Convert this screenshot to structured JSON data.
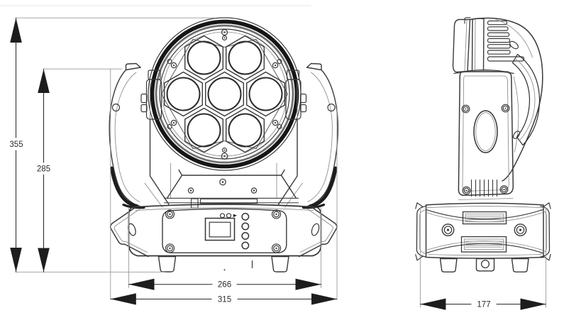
{
  "dimensions": {
    "overall_height": {
      "value": "355",
      "orientation": "vertical"
    },
    "yoke_height": {
      "value": "285",
      "orientation": "vertical"
    },
    "base_width": {
      "value": "266",
      "orientation": "horizontal"
    },
    "overall_width": {
      "value": "315",
      "orientation": "horizontal"
    },
    "depth": {
      "value": "177",
      "orientation": "horizontal"
    }
  },
  "colors": {
    "background": "#ffffff",
    "outline": "#3a3a3a",
    "heavy_ring": "#161616",
    "dimension": "#232323",
    "extension_line": "#9a9a9a"
  }
}
